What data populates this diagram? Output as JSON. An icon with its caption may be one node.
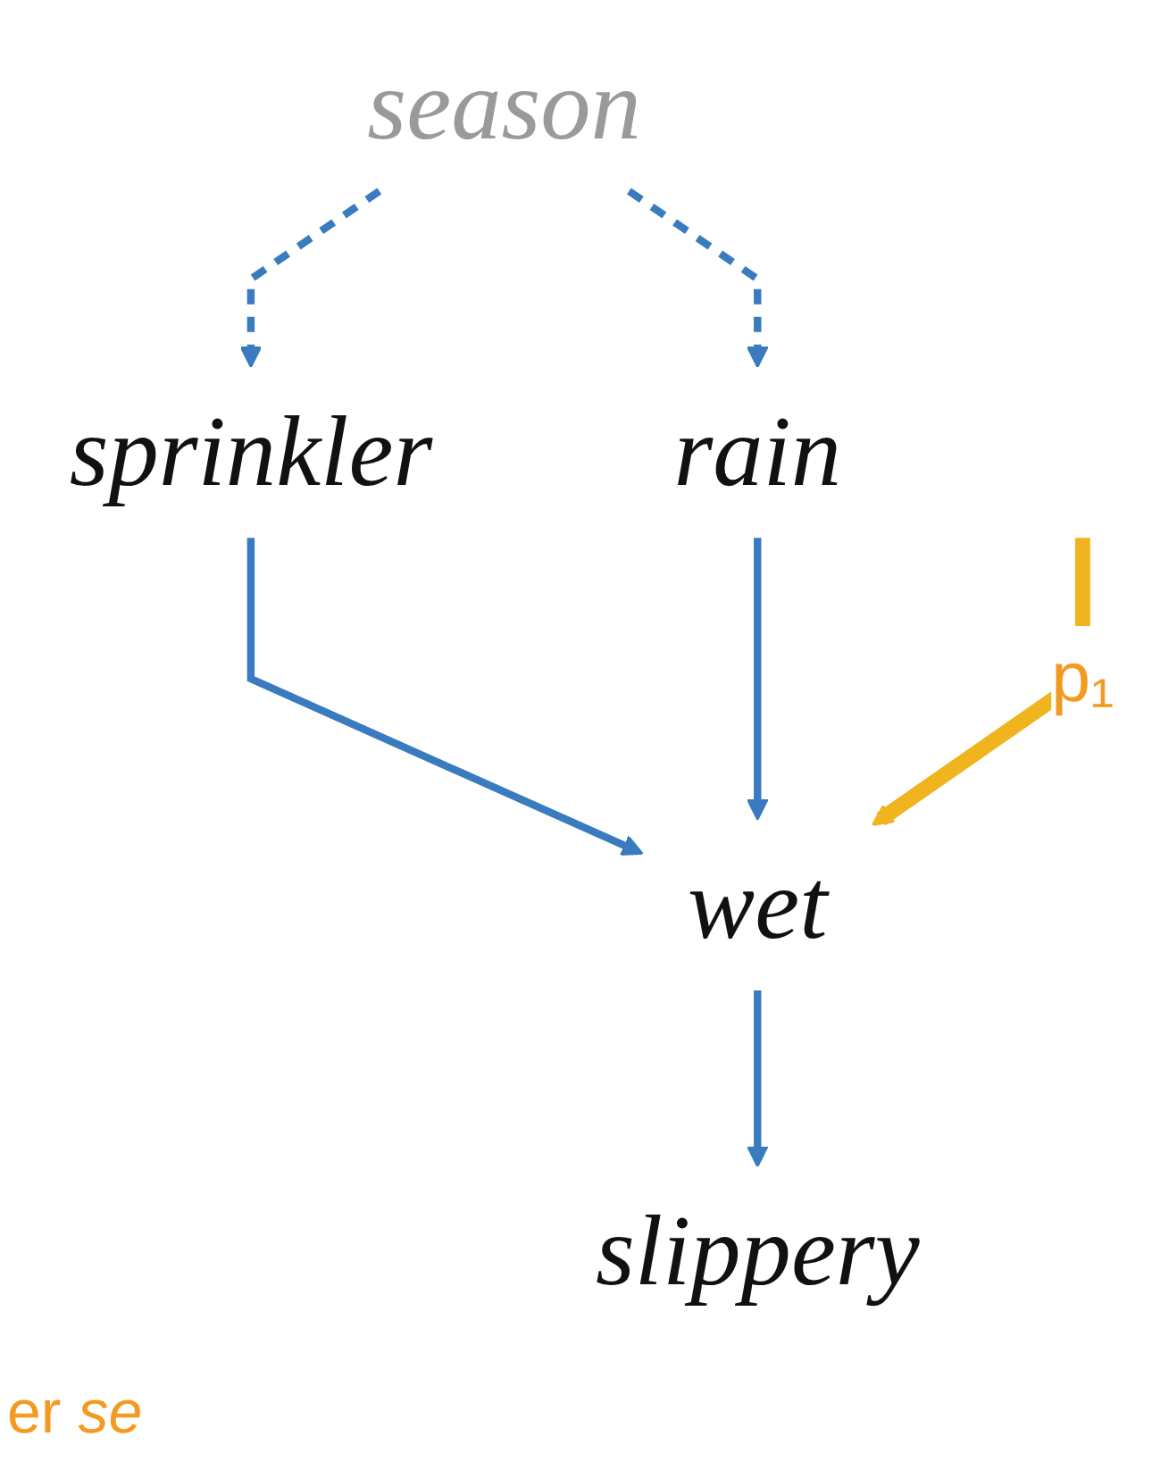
{
  "diagram": {
    "nodes": [
      {
        "text": [
          "season"
        ]
      },
      {
        "text": [
          "sprinkler"
        ]
      },
      {
        "text": [
          "rain"
        ]
      },
      {
        "text": [
          "wet"
        ]
      },
      {
        "text": [
          "slippery"
        ]
      }
    ],
    "edges": [
      {
        "from": 0,
        "to": 1,
        "arrow": "to",
        "style": "dashed"
      },
      {
        "from": 0,
        "to": 2,
        "arrow": "to",
        "style": "dashed"
      },
      {
        "from": 1,
        "to": 3,
        "arrow": "to"
      },
      {
        "from": 2,
        "to": 3,
        "arrow": "to"
      },
      {
        "from": 3,
        "to": 4,
        "arrow": "to"
      },
      {
        "from": null,
        "to": 3,
        "arrow": "to",
        "label": "p₁",
        "style": "thick",
        "color": "#f0b51e"
      }
    ],
    "labels": [
      "er *se*"
    ]
  }
}
